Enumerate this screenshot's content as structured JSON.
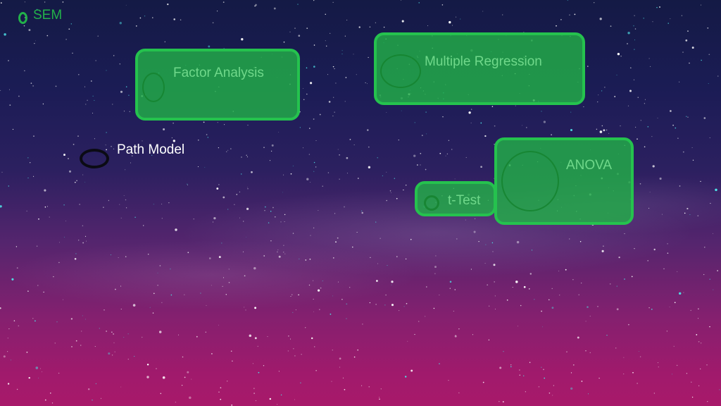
{
  "diagram": {
    "root": {
      "label": "SEM",
      "color": "#22b04a"
    },
    "path_model": {
      "label": "Path Model",
      "label_color": "#ffffff",
      "marker_color": "#0b0b14"
    },
    "nodes": {
      "factor_analysis": {
        "label": "Factor Analysis"
      },
      "multiple_regression": {
        "label": "Multiple Regression"
      },
      "anova": {
        "label": "ANOVA"
      },
      "t_test": {
        "label": "t-Test"
      }
    },
    "node_fill": "#22b048",
    "node_border": "#25c24e",
    "node_text_color": "#6fd88a"
  },
  "background": {
    "style": "starry night sky",
    "colors": [
      "#141a45",
      "#2c2060",
      "#84206f",
      "#a8196a"
    ],
    "star_colors": [
      "#ffffff",
      "#4fe3e8"
    ]
  }
}
